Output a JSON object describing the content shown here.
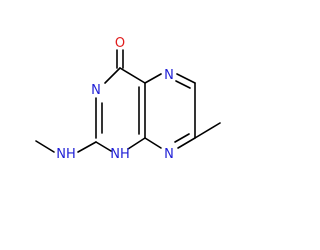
{
  "molecule": {
    "atoms": {
      "oxygen": "O",
      "n1": "N",
      "n2": "N",
      "n3": "N",
      "nh_ring": "NH",
      "nh_side": "NH"
    },
    "colors": {
      "bond": "#000000",
      "nitrogen": "#1f1fd6",
      "oxygen": "#e01b1b",
      "background": "#ffffff"
    }
  }
}
